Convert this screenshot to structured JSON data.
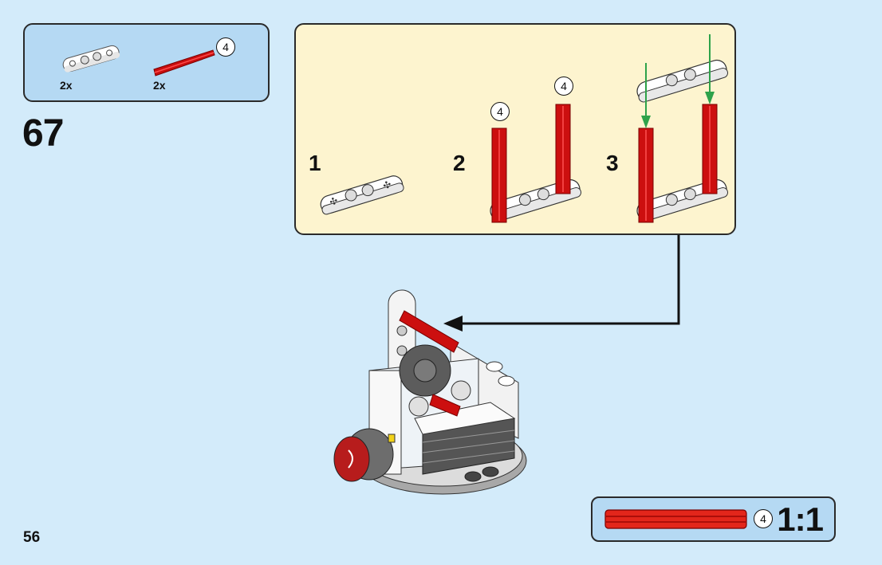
{
  "page": {
    "page_number": "56",
    "step_number": "67",
    "background_color": "#d3ebfa"
  },
  "parts_list": {
    "items": [
      {
        "part": "technic-liftarm-thin-1x4",
        "color": "white",
        "quantity": "2x"
      },
      {
        "part": "technic-axle",
        "color": "red",
        "length_callout": "4",
        "quantity": "2x"
      }
    ]
  },
  "sub_assembly": {
    "background_color": "#fdf4cf",
    "steps": [
      {
        "label": "1",
        "description": "liftarm"
      },
      {
        "label": "2",
        "description": "insert two axles",
        "callouts": [
          "4",
          "4"
        ]
      },
      {
        "label": "3",
        "description": "attach second liftarm on top"
      }
    ]
  },
  "scale_reference": {
    "callout": "4",
    "scale_label": "1:1",
    "part_color": "#e3261b"
  },
  "colors": {
    "red_axle": "#d01010",
    "guide_arrow": "#2ea24a",
    "panel_blue": "#b5d9f3"
  }
}
